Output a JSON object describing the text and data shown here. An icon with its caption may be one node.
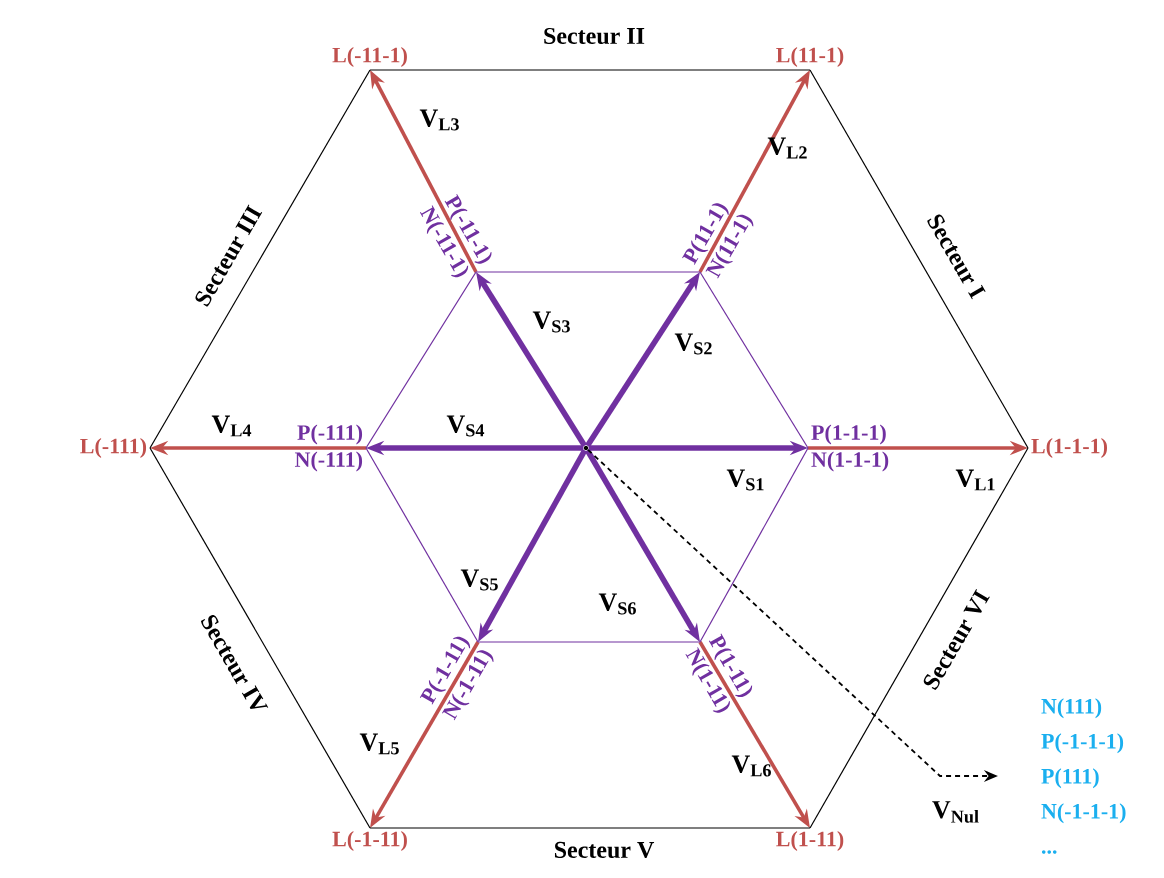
{
  "diagram": {
    "nodes": [
      {
        "text": [],
        "shape": "circle"
      },
      {
        "text": [
          "P(1-1-1)",
          "N(1-1-1)"
        ]
      },
      {
        "text": [
          "P(11-1)",
          "N(11-1)"
        ]
      },
      {
        "text": [
          "P(-11-1)",
          "N(-11-1)"
        ]
      },
      {
        "text": [
          "P(-111)",
          "N(-111)"
        ]
      },
      {
        "text": [
          "P(-1-11)",
          "N(-1-11)"
        ]
      },
      {
        "text": [
          "P(1-11)",
          "N(1-11)"
        ]
      },
      {
        "text": [
          "L(1-1-1)"
        ]
      },
      {
        "text": [
          "L(11-1)"
        ]
      },
      {
        "text": [
          "L(-11-1)"
        ]
      },
      {
        "text": [
          "L(-111)"
        ]
      },
      {
        "text": [
          "L(-1-11)"
        ]
      },
      {
        "text": [
          "L(1-11)"
        ]
      },
      {
        "text": [
          "N(111)",
          "P(-1-1-1)",
          "P(111)",
          "N(-1-1-1)",
          "..."
        ]
      }
    ],
    "edges": [
      {
        "from": 0,
        "to": 1,
        "arrow": "to",
        "label": "V$_{S1}$",
        "style": "thick",
        "color": "#7030a0"
      },
      {
        "from": 0,
        "to": 2,
        "arrow": "to",
        "label": "V$_{S2}$",
        "style": "thick",
        "color": "#7030a0"
      },
      {
        "from": 0,
        "to": 3,
        "arrow": "to",
        "label": "V$_{S3}$",
        "style": "thick",
        "color": "#7030a0"
      },
      {
        "from": 0,
        "to": 4,
        "arrow": "to",
        "label": "V$_{S4}$",
        "style": "thick",
        "color": "#7030a0"
      },
      {
        "from": 0,
        "to": 5,
        "arrow": "to",
        "label": "V$_{S5}$",
        "style": "thick",
        "color": "#7030a0"
      },
      {
        "from": 0,
        "to": 6,
        "arrow": "to",
        "label": "V$_{S6}$",
        "style": "thick",
        "color": "#7030a0"
      },
      {
        "from": 1,
        "to": 7,
        "arrow": "to",
        "label": "V$_{L1}$",
        "color": "#c0504d"
      },
      {
        "from": 2,
        "to": 8,
        "arrow": "to",
        "label": "V$_{L2}$",
        "color": "#c0504d"
      },
      {
        "from": 3,
        "to": 9,
        "arrow": "to",
        "label": "V$_{L3}$",
        "color": "#c0504d"
      },
      {
        "from": 4,
        "to": 10,
        "arrow": "to",
        "label": "V$_{L4}$",
        "color": "#c0504d"
      },
      {
        "from": 5,
        "to": 11,
        "arrow": "to",
        "label": "V$_{L5}$",
        "color": "#c0504d"
      },
      {
        "from": 6,
        "to": 12,
        "arrow": "to",
        "label": "V$_{L6}$",
        "color": "#c0504d"
      },
      {
        "from": 1,
        "to": 2,
        "arrow": "none",
        "color": "#7030a0"
      },
      {
        "from": 2,
        "to": 3,
        "arrow": "none",
        "color": "#7030a0"
      },
      {
        "from": 3,
        "to": 4,
        "arrow": "none",
        "color": "#7030a0"
      },
      {
        "from": 4,
        "to": 5,
        "arrow": "none",
        "color": "#7030a0"
      },
      {
        "from": 5,
        "to": 6,
        "arrow": "none",
        "color": "#7030a0"
      },
      {
        "from": 6,
        "to": 1,
        "arrow": "none",
        "color": "#7030a0"
      },
      {
        "from": 7,
        "to": 8,
        "arrow": "none",
        "color": "#000000"
      },
      {
        "from": 8,
        "to": 9,
        "arrow": "none",
        "color": "#000000"
      },
      {
        "from": 9,
        "to": 10,
        "arrow": "none",
        "color": "#000000"
      },
      {
        "from": 10,
        "to": 11,
        "arrow": "none",
        "color": "#000000"
      },
      {
        "from": 11,
        "to": 12,
        "arrow": "none",
        "color": "#000000"
      },
      {
        "from": 12,
        "to": 7,
        "arrow": "none",
        "color": "#000000"
      },
      {
        "from": 0,
        "to": 13,
        "arrow": "to",
        "label": "V$_{Nul}$",
        "style": "dashed",
        "color": "#000000"
      }
    ],
    "labels": [
      "Secteur II",
      "Secteur III",
      "Secteur I",
      "Secteur IV",
      "Secteur VI",
      "Secteur V"
    ]
  }
}
